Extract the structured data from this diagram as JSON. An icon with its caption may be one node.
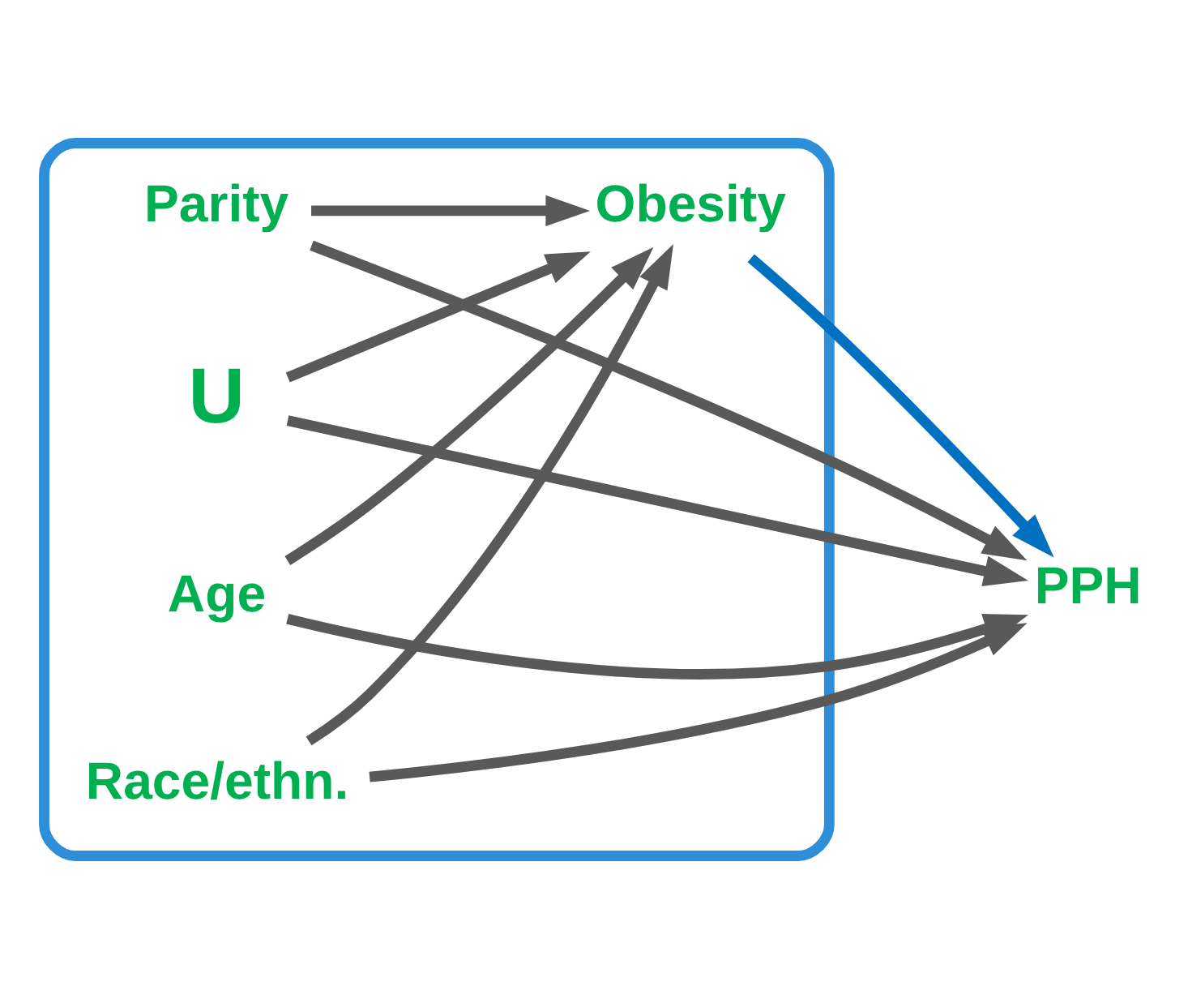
{
  "diagram": {
    "nodes": [
      {
        "text": [],
        "shape": "ellipse"
      },
      {
        "text": [
          "Age"
        ],
        "in": 0
      },
      {
        "text": [
          "Race/ethn."
        ],
        "in": 0
      },
      {
        "text": [
          "Parity"
        ],
        "in": 0
      },
      {
        "text": [
          "Obesity"
        ],
        "in": 0
      },
      {
        "text": [
          "PPH"
        ]
      },
      {
        "text": [
          "U"
        ],
        "in": 0
      }
    ],
    "edges": [
      {
        "from": 1,
        "to": 4,
        "arrow": "to"
      },
      {
        "from": 1,
        "to": 5,
        "arrow": "to"
      },
      {
        "from": 2,
        "to": 4,
        "arrow": "to"
      },
      {
        "from": 2,
        "to": 5,
        "arrow": "to"
      },
      {
        "from": 3,
        "to": 4,
        "arrow": "to"
      },
      {
        "from": 3,
        "to": 5,
        "arrow": "to"
      },
      {
        "from": 4,
        "to": 5,
        "arrow": "to",
        "color": "#0070c0"
      },
      {
        "from": 6,
        "to": 4,
        "arrow": "to"
      },
      {
        "from": 6,
        "to": 5,
        "arrow": "to"
      }
    ]
  }
}
